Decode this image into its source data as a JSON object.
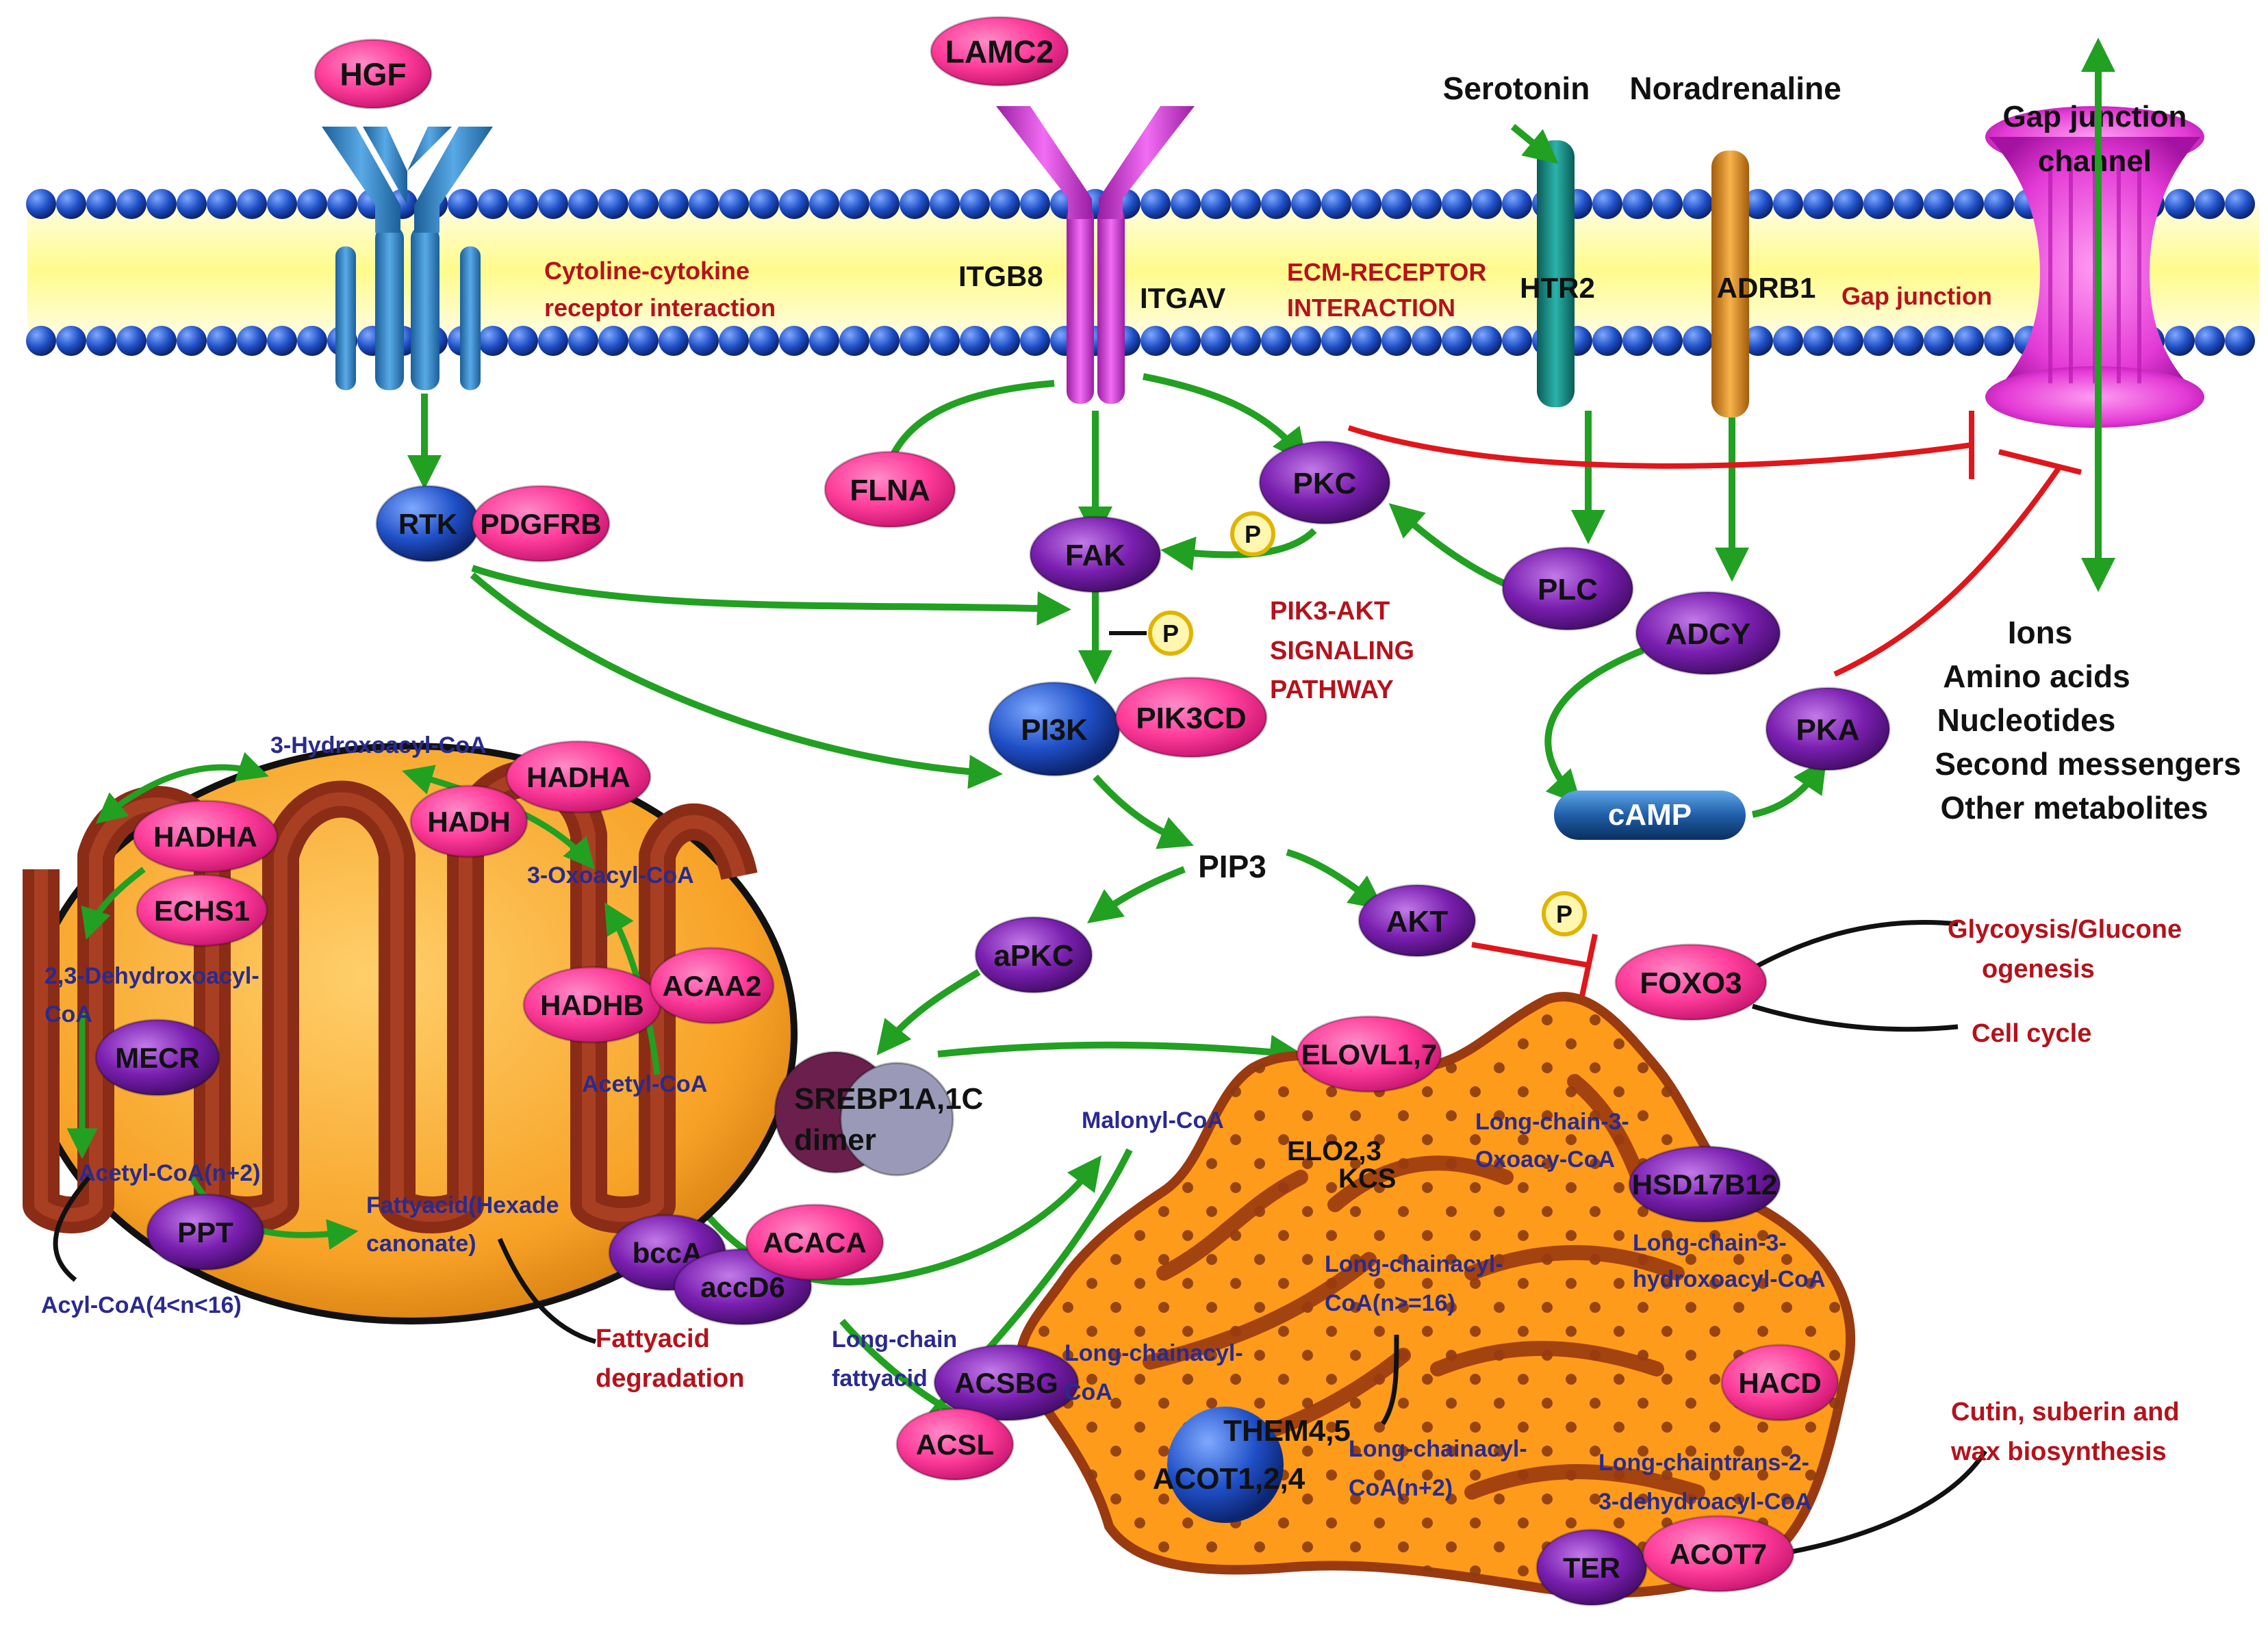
{
  "ligands": {
    "hgf": "HGF",
    "lamc2": "LAMC2",
    "serotonin": "Serotonin",
    "noradrenaline": "Noradrenaline"
  },
  "membrane": {
    "cytokine_line1": "Cytoline-cytokine",
    "cytokine_line2": "receptor interaction",
    "itgb8": "ITGB8",
    "itgav": "ITGAV",
    "ecm_line1": "ECM-RECEPTOR",
    "ecm_line2": "INTERACTION",
    "htr2": "HTR2",
    "adrb1": "ADRB1",
    "gap_junction": "Gap junction",
    "gap_channel_line1": "Gap junction",
    "gap_channel_line2": "channel"
  },
  "signaling": {
    "rtk": "RTK",
    "pdgfrb": "PDGFRB",
    "flna": "FLNA",
    "fak": "FAK",
    "pkc": "PKC",
    "p": "P",
    "plc": "PLC",
    "adcy": "ADCY",
    "pi3k": "PI3K",
    "pik3cd": "PIK3CD",
    "pik3_line1": "PIK3-AKT",
    "pik3_line2": "SIGNALING",
    "pik3_line3": "PATHWAY",
    "camp": "cAMP",
    "pka": "PKA",
    "pip3": "PIP3",
    "apkc": "aPKC",
    "akt": "AKT",
    "foxo3": "FOXO3",
    "srebp_line1": "SREBP1A,1C",
    "srebp_line2": "dimer"
  },
  "transported": [
    "Ions",
    "Amino acids",
    "Nucleotides",
    "Second messengers",
    "Other metabolites"
  ],
  "outcomes": {
    "glyco_line1": "Glycoysis/Glucone",
    "glyco_line2": "ogenesis",
    "cell_cycle": "Cell cycle",
    "cutin_line1": "Cutin, suberin and",
    "cutin_line2": "wax biosynthesis",
    "fatty_deg_line1": "Fattyacid",
    "fatty_deg_line2": "degradation"
  },
  "mitochondrion": {
    "hydroxyacyl": "3-Hydroxoacyl-CoA",
    "hadha_top": "HADHA",
    "hadha_left": "HADHA",
    "hadh": "HADH",
    "echs1": "ECHS1",
    "oxoacyl": "3-Oxoacyl-CoA",
    "dehydro_line1": "2,3-Dehydroxoacyl-",
    "dehydro_line2": "CoA",
    "mecr": "MECR",
    "hadhb": "HADHB",
    "acaa2": "ACAA2",
    "acetyl_coa": "Acetyl-CoA",
    "acetyl_coa_n2": "Acetyl-CoA(n+2)",
    "ppt": "PPT",
    "fatty_hex_line1": "Fattyacid(Hexade",
    "fatty_hex_line2": "canonate)",
    "acyl_coa": "Acyl-CoA(4<n<16)"
  },
  "er": {
    "elovl": "ELOVL1,7",
    "malonyl": "Malonyl-CoA",
    "elo_line1": "ELO2,3",
    "elo_line2": "KCS",
    "oxoacyl_line1": "Long-chain-3-",
    "oxoacyl_line2": "Oxoacy-CoA",
    "hsd": "HSD17B12",
    "hydroxo_line1": "Long-chain-3-",
    "hydroxo_line2": "hydroxoacyl-CoA",
    "lcacyl_line1": "Long-chainacyl-",
    "lcacyl_line2": "CoA(n>=16)",
    "lcfa_line1": "Long-chain",
    "lcfa_line2": "fattyacid",
    "acsbg": "ACSBG",
    "lcacyl2_line1": "Long-chainacyl-",
    "lcacyl2_line2": "CoA",
    "hacd": "HACD",
    "acsl": "ACSL",
    "them_line1": "THEM4,5",
    "them_line2": "ACOT1,2,4",
    "lcacyl3_line1": "Long-chainacyl-",
    "lcacyl3_line2": "CoA(n+2)",
    "trans_line1": "Long-chaintrans-2-",
    "trans_line2": "3-dehydroacyl-CoA",
    "ter": "TER",
    "acot7": "ACOT7",
    "bcca": "bccA",
    "accd6": "accD6",
    "acaca": "ACACA"
  },
  "colors": {
    "membrane_head": "#1f4fc6",
    "membrane_core": "#fffb8c",
    "pink_node": "#ff3c9a",
    "purple_node": "#7a1fb0",
    "arrow": "#22a022",
    "inhibit": "#e0161b",
    "mito_outer": "#f7a226",
    "mito_inner": "#8b2c17",
    "er_fill": "#ff9b1a"
  }
}
